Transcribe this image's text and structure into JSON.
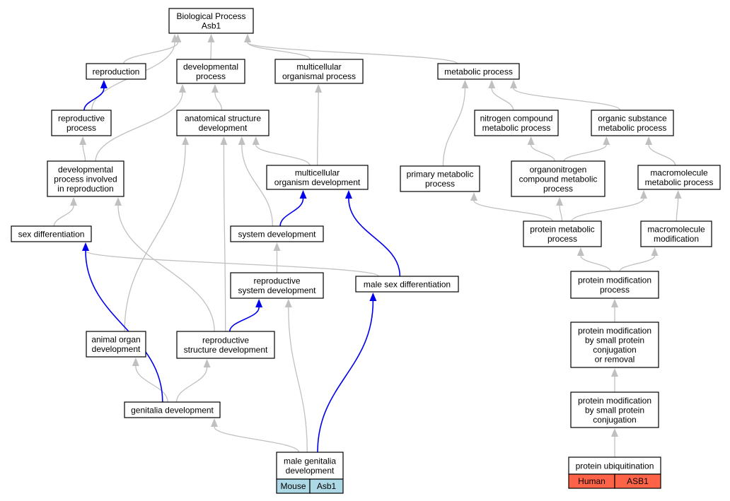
{
  "colors": {
    "mouse_tag": "#add8e6",
    "human_tag": "#ff6347",
    "blue_edge": "#0000ee",
    "grey_edge": "#c0c0c0"
  },
  "nodes": [
    {
      "id": "root",
      "lines": [
        "Biological Process",
        "Asb1"
      ]
    },
    {
      "id": "reproduction",
      "lines": [
        "reproduction"
      ]
    },
    {
      "id": "developmental_process",
      "lines": [
        "developmental",
        "process"
      ]
    },
    {
      "id": "multicellular_organismal_process",
      "lines": [
        "multicellular",
        "organismal process"
      ]
    },
    {
      "id": "metabolic_process",
      "lines": [
        "metabolic process"
      ]
    },
    {
      "id": "reproductive_process",
      "lines": [
        "reproductive",
        "process"
      ]
    },
    {
      "id": "anatomical_structure_development",
      "lines": [
        "anatomical structure",
        "development"
      ]
    },
    {
      "id": "nitrogen_compound_metabolic_process",
      "lines": [
        "nitrogen compound",
        "metabolic process"
      ]
    },
    {
      "id": "organic_substance_metabolic_process",
      "lines": [
        "organic substance",
        "metabolic process"
      ]
    },
    {
      "id": "developmental_process_involved_in_reproduction",
      "lines": [
        "developmental",
        "process involved",
        "in reproduction"
      ]
    },
    {
      "id": "multicellular_organism_development",
      "lines": [
        "multicellular",
        "organism development"
      ]
    },
    {
      "id": "primary_metabolic_process",
      "lines": [
        "primary metabolic",
        "process"
      ]
    },
    {
      "id": "organonitrogen_compound_metabolic_process",
      "lines": [
        "organonitrogen",
        "compound metabolic",
        "process"
      ]
    },
    {
      "id": "macromolecule_metabolic_process",
      "lines": [
        "macromolecule",
        "metabolic process"
      ]
    },
    {
      "id": "sex_differentiation",
      "lines": [
        "sex differentiation"
      ]
    },
    {
      "id": "system_development",
      "lines": [
        "system development"
      ]
    },
    {
      "id": "protein_metabolic_process",
      "lines": [
        "protein metabolic",
        "process"
      ]
    },
    {
      "id": "macromolecule_modification",
      "lines": [
        "macromolecule",
        "modification"
      ]
    },
    {
      "id": "reproductive_system_development",
      "lines": [
        "reproductive",
        "system development"
      ]
    },
    {
      "id": "male_sex_differentiation",
      "lines": [
        "male sex differentiation"
      ]
    },
    {
      "id": "protein_modification_process",
      "lines": [
        "protein modification",
        "process"
      ]
    },
    {
      "id": "animal_organ_development",
      "lines": [
        "animal organ",
        "development"
      ]
    },
    {
      "id": "reproductive_structure_development",
      "lines": [
        "reproductive",
        "structure development"
      ]
    },
    {
      "id": "protein_modification_by_small_protein_conjugation_or_removal",
      "lines": [
        "protein modification",
        "by small protein",
        "conjugation",
        "or removal"
      ]
    },
    {
      "id": "genitalia_development",
      "lines": [
        "genitalia development"
      ]
    },
    {
      "id": "protein_modification_by_small_protein_conjugation",
      "lines": [
        "protein modification",
        "by small protein",
        "conjugation"
      ]
    },
    {
      "id": "male_genitalia_development",
      "lines": [
        "male genitalia",
        "development"
      ],
      "tags": [
        "Mouse",
        "Asb1"
      ]
    },
    {
      "id": "protein_ubiquitination",
      "lines": [
        "protein ubiquitination"
      ],
      "tags": [
        "Human",
        "ASB1"
      ]
    }
  ],
  "edges": [
    {
      "from": "reproduction",
      "to": "root",
      "style": "grey"
    },
    {
      "from": "developmental_process",
      "to": "root",
      "style": "grey"
    },
    {
      "from": "multicellular_organismal_process",
      "to": "root",
      "style": "grey"
    },
    {
      "from": "metabolic_process",
      "to": "root",
      "style": "grey"
    },
    {
      "from": "reproductive_process",
      "to": "root",
      "style": "grey"
    },
    {
      "from": "reproductive_process",
      "to": "reproduction",
      "style": "blue"
    },
    {
      "from": "anatomical_structure_development",
      "to": "developmental_process",
      "style": "grey"
    },
    {
      "from": "nitrogen_compound_metabolic_process",
      "to": "metabolic_process",
      "style": "grey"
    },
    {
      "from": "organic_substance_metabolic_process",
      "to": "metabolic_process",
      "style": "grey"
    },
    {
      "from": "developmental_process_involved_in_reproduction",
      "to": "reproductive_process",
      "style": "grey"
    },
    {
      "from": "developmental_process_involved_in_reproduction",
      "to": "developmental_process",
      "style": "grey"
    },
    {
      "from": "multicellular_organism_development",
      "to": "anatomical_structure_development",
      "style": "grey"
    },
    {
      "from": "multicellular_organism_development",
      "to": "multicellular_organismal_process",
      "style": "grey"
    },
    {
      "from": "primary_metabolic_process",
      "to": "metabolic_process",
      "style": "grey"
    },
    {
      "from": "organonitrogen_compound_metabolic_process",
      "to": "nitrogen_compound_metabolic_process",
      "style": "grey"
    },
    {
      "from": "organonitrogen_compound_metabolic_process",
      "to": "organic_substance_metabolic_process",
      "style": "grey"
    },
    {
      "from": "macromolecule_metabolic_process",
      "to": "organic_substance_metabolic_process",
      "style": "grey"
    },
    {
      "from": "sex_differentiation",
      "to": "developmental_process_involved_in_reproduction",
      "style": "grey"
    },
    {
      "from": "system_development",
      "to": "multicellular_organism_development",
      "style": "blue"
    },
    {
      "from": "system_development",
      "to": "anatomical_structure_development",
      "style": "grey"
    },
    {
      "from": "protein_metabolic_process",
      "to": "primary_metabolic_process",
      "style": "grey"
    },
    {
      "from": "protein_metabolic_process",
      "to": "organonitrogen_compound_metabolic_process",
      "style": "grey"
    },
    {
      "from": "protein_metabolic_process",
      "to": "macromolecule_metabolic_process",
      "style": "grey"
    },
    {
      "from": "macromolecule_modification",
      "to": "macromolecule_metabolic_process",
      "style": "grey"
    },
    {
      "from": "reproductive_system_development",
      "to": "system_development",
      "style": "grey"
    },
    {
      "from": "male_sex_differentiation",
      "to": "sex_differentiation",
      "style": "grey"
    },
    {
      "from": "male_sex_differentiation",
      "to": "multicellular_organism_development",
      "style": "blue"
    },
    {
      "from": "protein_modification_process",
      "to": "protein_metabolic_process",
      "style": "grey"
    },
    {
      "from": "protein_modification_process",
      "to": "macromolecule_modification",
      "style": "grey"
    },
    {
      "from": "animal_organ_development",
      "to": "anatomical_structure_development",
      "style": "grey"
    },
    {
      "from": "reproductive_structure_development",
      "to": "anatomical_structure_development",
      "style": "grey"
    },
    {
      "from": "reproductive_structure_development",
      "to": "developmental_process_involved_in_reproduction",
      "style": "grey"
    },
    {
      "from": "reproductive_structure_development",
      "to": "reproductive_system_development",
      "style": "blue"
    },
    {
      "from": "protein_modification_by_small_protein_conjugation_or_removal",
      "to": "protein_modification_process",
      "style": "grey"
    },
    {
      "from": "genitalia_development",
      "to": "animal_organ_development",
      "style": "grey"
    },
    {
      "from": "genitalia_development",
      "to": "reproductive_structure_development",
      "style": "grey"
    },
    {
      "from": "genitalia_development",
      "to": "sex_differentiation",
      "style": "blue"
    },
    {
      "from": "protein_modification_by_small_protein_conjugation",
      "to": "protein_modification_by_small_protein_conjugation_or_removal",
      "style": "grey"
    },
    {
      "from": "male_genitalia_development",
      "to": "genitalia_development",
      "style": "grey"
    },
    {
      "from": "male_genitalia_development",
      "to": "reproductive_system_development",
      "style": "grey"
    },
    {
      "from": "male_genitalia_development",
      "to": "male_sex_differentiation",
      "style": "blue"
    },
    {
      "from": "protein_ubiquitination",
      "to": "protein_modification_by_small_protein_conjugation",
      "style": "grey"
    }
  ]
}
